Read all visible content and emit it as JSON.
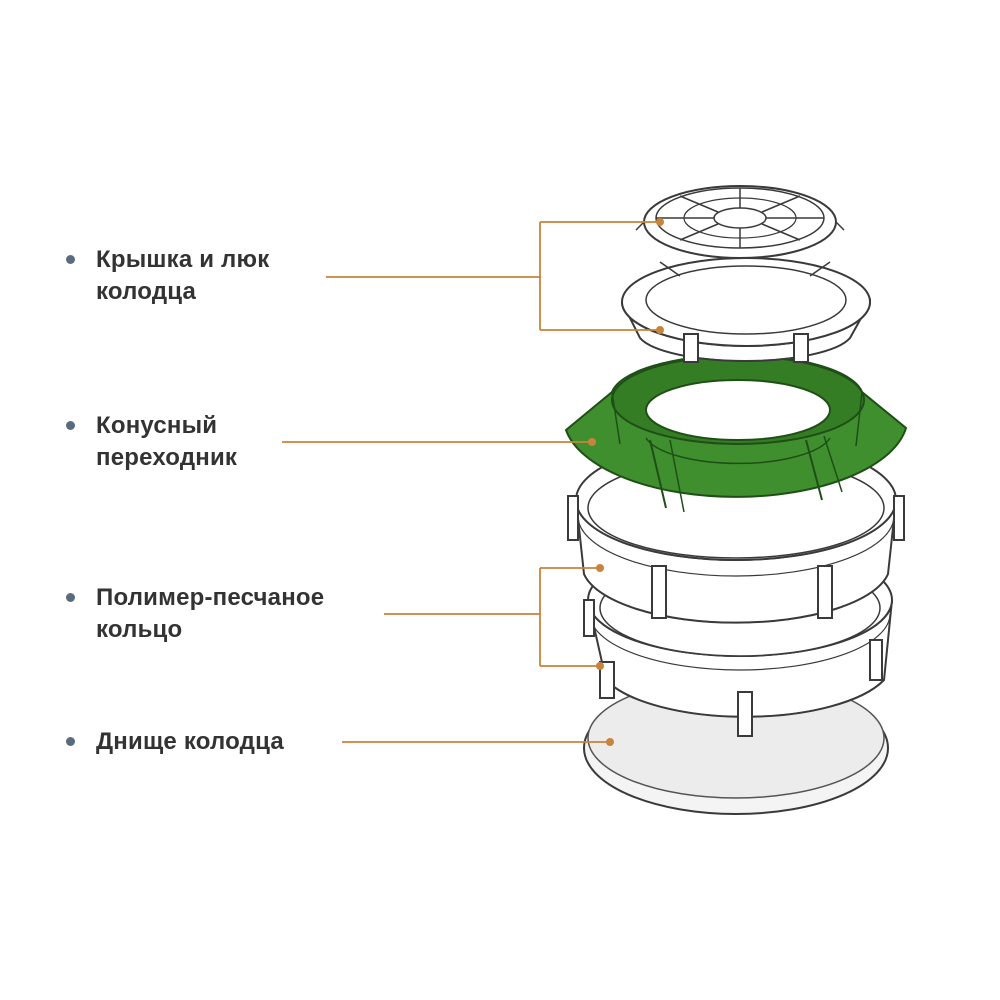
{
  "colors": {
    "accent": "#c8843a",
    "cone": "#3f8f2e",
    "cone_dark": "#2f6e22",
    "bullet": "#5a6b80",
    "outline": "#3a3a3a",
    "bottom_fill": "#ececec"
  },
  "parts": [
    {
      "id": "lid",
      "lines": [
        "Крышка и люк",
        "колодца"
      ]
    },
    {
      "id": "cone",
      "lines": [
        "Конусный",
        "переходник"
      ]
    },
    {
      "id": "ring",
      "lines": [
        "Полимер-песчаное",
        "кольцо"
      ]
    },
    {
      "id": "bottom",
      "lines": [
        "Днище колодца"
      ]
    }
  ]
}
